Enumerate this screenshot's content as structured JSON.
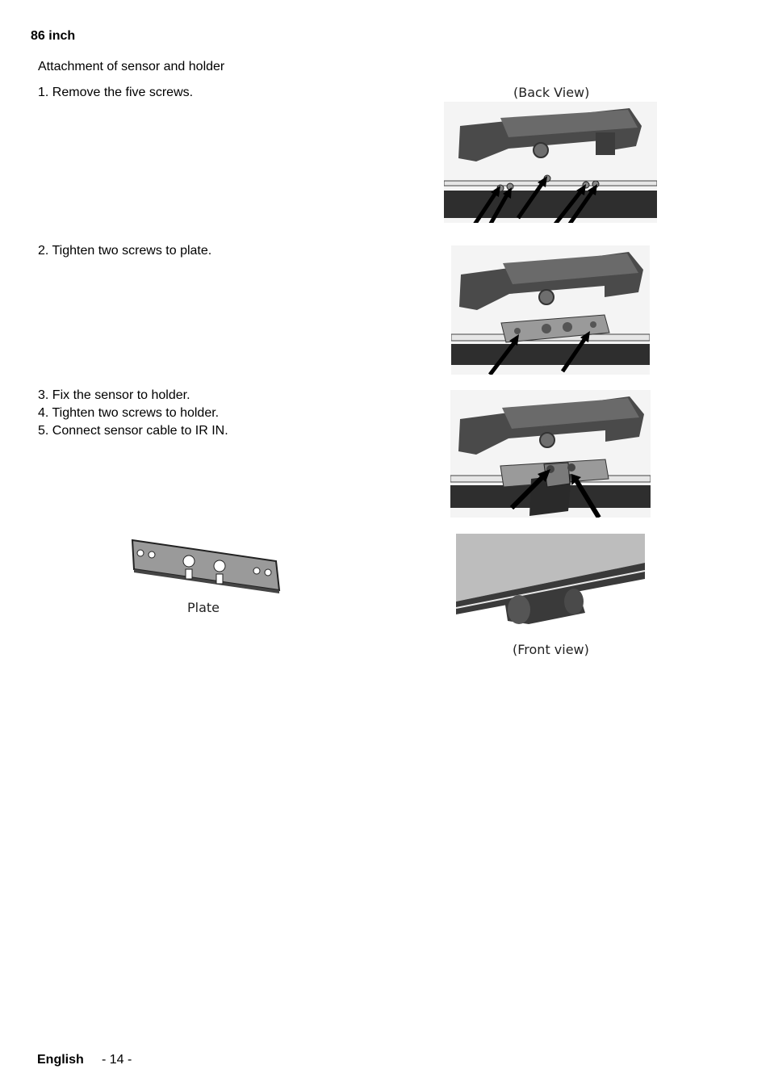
{
  "heading": "86 inch",
  "subheading": "Attachment of sensor and holder",
  "steps": {
    "s1": "1.   Remove the five screws.",
    "s2": "2.   Tighten two screws to plate.",
    "s3": "3.  Fix the sensor to holder.",
    "s4": "4.  Tighten two screws to holder.",
    "s5": "5.  Connect sensor cable to IR IN."
  },
  "captions": {
    "back_view": "(Back View)",
    "plate": "Plate",
    "front_view": "(Front view)"
  },
  "footer": {
    "language": "English",
    "page": "- 14 -"
  },
  "colors": {
    "holder": "#4a4a4a",
    "bezel": "#2e2e2e",
    "panel": "#bdbdbd",
    "plate": "#9a9a9a",
    "arrow": "#000000"
  }
}
